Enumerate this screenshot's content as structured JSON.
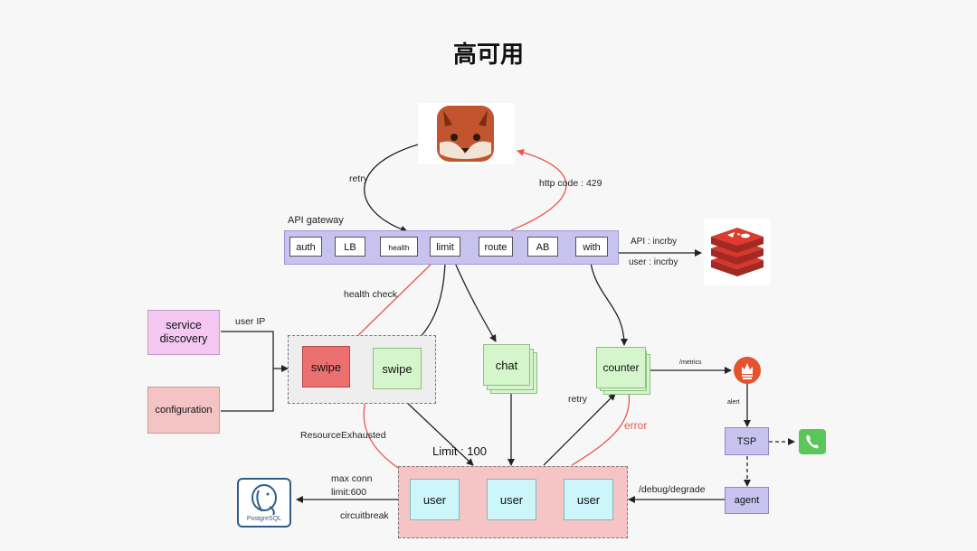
{
  "title": "高可用",
  "gateway": {
    "label": "API gateway",
    "modules": [
      "auth",
      "LB",
      "health",
      "limit",
      "route",
      "AB",
      "with"
    ]
  },
  "edges": {
    "retry_app": "retry",
    "http_code": "http code : 429",
    "api_incrby": "API : incrby",
    "user_incrby": "user : incrby",
    "health_check": "health check",
    "user_ip": "user IP",
    "metrics": "/metrics",
    "alert": "alert",
    "retry_counter": "retry",
    "error": "error",
    "resource_exhausted": "ResourceExhausted",
    "limit": "Limit : 100",
    "max_conn": "max conn",
    "limit_600": "limit:600",
    "circuitbreak": "circuitbreak",
    "debug": "/debug/degrade"
  },
  "nodes": {
    "service_discovery": "service discovery",
    "configuration": "configuration",
    "swipe_failed": "swipe",
    "swipe_ok": "swipe",
    "chat": "chat",
    "counter": "counter",
    "users": [
      "user",
      "user",
      "user"
    ],
    "tsp": "TSP",
    "agent": "agent",
    "postgres": "PostgreSQL"
  },
  "colors": {
    "gateway": "#c8c3ee",
    "service_green": "#d5f6cc",
    "user_cyan": "#cdf6fb",
    "pool_pink": "#f6c4c4",
    "failed_red": "#ec7070",
    "error_arrow": "#e8574a",
    "discovery_pink": "#f5c8f3",
    "config_pink": "#f4c4c4"
  }
}
